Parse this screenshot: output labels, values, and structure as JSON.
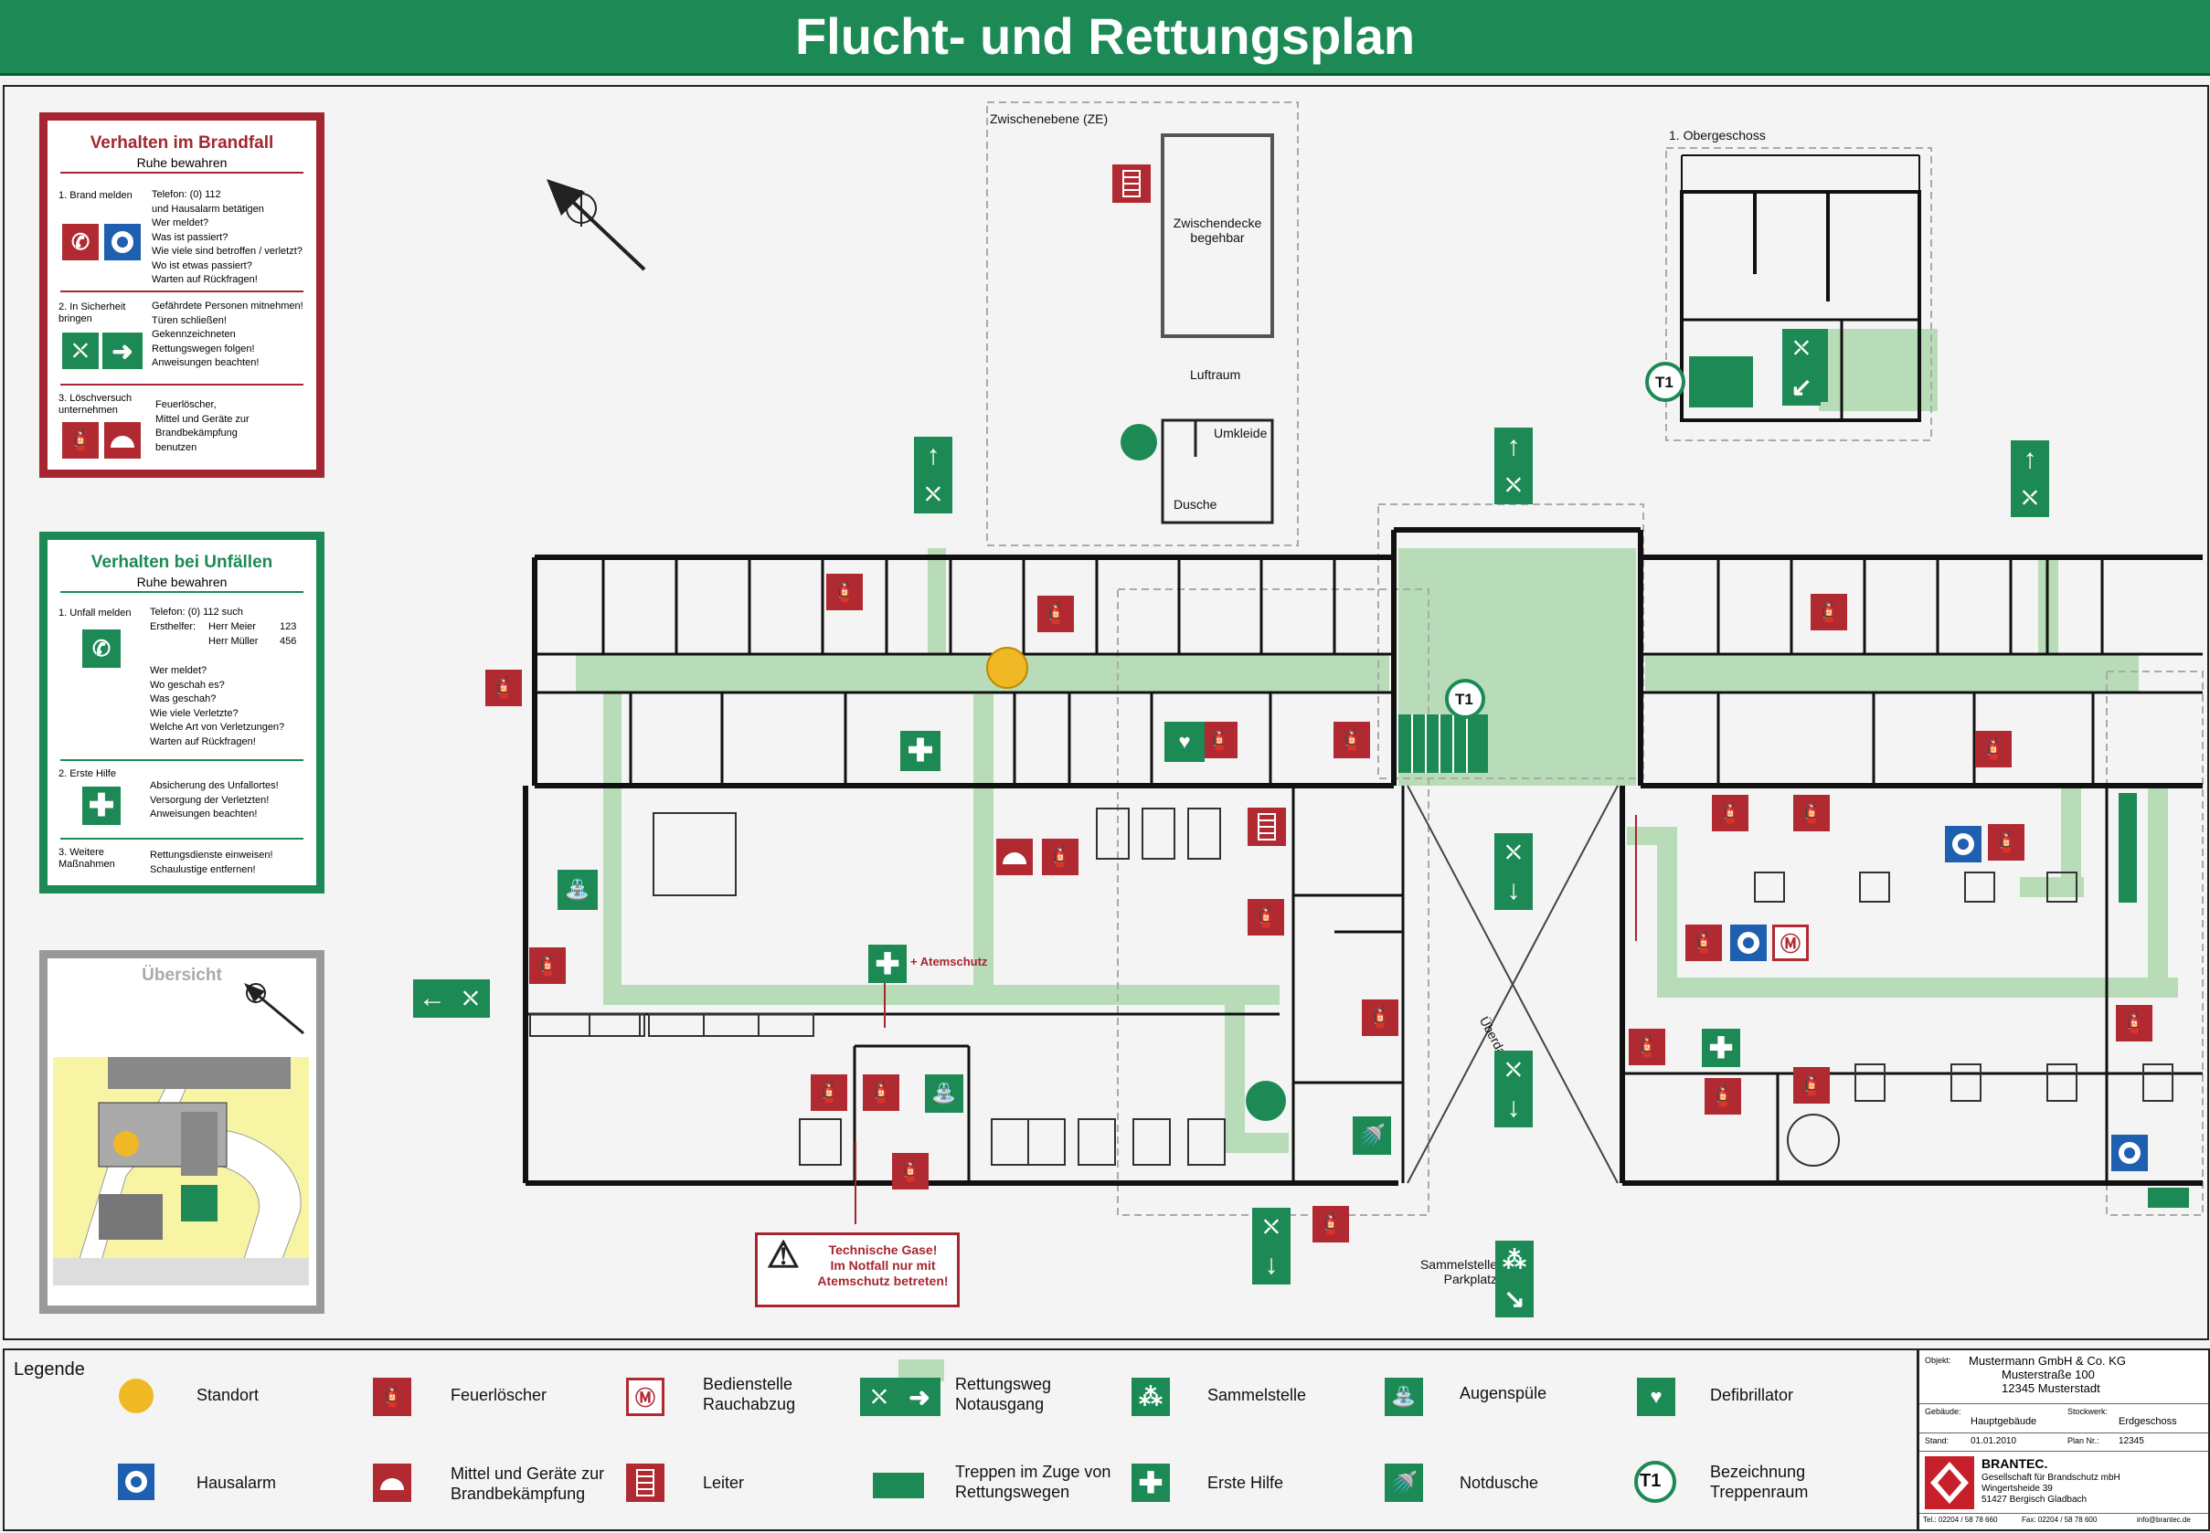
{
  "title": "Flucht- und Rettungsplan",
  "brandfall": {
    "title": "Verhalten im Brandfall",
    "subtitle": "Ruhe bewahren",
    "steps": [
      {
        "label": "1. Brand melden",
        "text": [
          "Telefon: (0) 112",
          "und Hausalarm betätigen",
          "Wer meldet?",
          "Was ist passiert?",
          "Wie viele sind betroffen / verletzt?",
          "Wo ist etwas passiert?",
          "Warten auf Rückfragen!"
        ]
      },
      {
        "label": "2. In Sicherheit bringen",
        "text": [
          "Gefährdete Personen mitnehmen!",
          "Türen schließen!",
          "Gekennzeichneten",
          "Rettungswegen folgen!",
          "Anweisungen beachten!"
        ]
      },
      {
        "label": "3. Löschversuch unternehmen",
        "text": [
          "Feuerlöscher,",
          "Mittel und Geräte zur",
          "Brandbekämpfung",
          "benutzen"
        ]
      }
    ]
  },
  "unfall": {
    "title": "Verhalten bei Unfällen",
    "subtitle": "Ruhe bewahren",
    "step1_label": "1. Unfall melden",
    "step1_phone": "Telefon: (0) 112 such",
    "ersthelfer_label": "Ersthelfer:",
    "helpers": [
      {
        "name": "Herr Meier",
        "num": "123"
      },
      {
        "name": "Herr Müller",
        "num": "456"
      }
    ],
    "questions": [
      "Wer meldet?",
      "Wo geschah es?",
      "Was geschah?",
      "Wie viele Verletzte?",
      "Welche Art von Verletzungen?",
      "Warten auf Rückfragen!"
    ],
    "step2_label": "2. Erste Hilfe",
    "step2_text": [
      "Absicherung des Unfallortes!",
      "Versorgung der Verletzten!",
      "Anweisungen beachten!"
    ],
    "step3_label": "3. Weitere Maßnahmen",
    "step3_text": [
      "Rettungsdienste einweisen!",
      "Schaulustige entfernen!"
    ]
  },
  "uebersicht": {
    "title": "Übersicht"
  },
  "plan": {
    "zwischenebene": "Zwischenebene (ZE)",
    "zwischendecke": "Zwischendecke begehbar",
    "luftraum": "Luftraum",
    "umkleide": "Umkleide",
    "dusche": "Dusche",
    "obergeschoss": "1. Obergeschoss",
    "t1": "T1",
    "atemschutz": "+ Atemschutz",
    "ueberdachung": "Überdachung",
    "sammelstelle": "Sammelstelle Parkplatz",
    "warning": [
      "Technische Gase!",
      "Im Notfall nur mit",
      "Atemschutz betreten!"
    ]
  },
  "legend": {
    "title": "Legende",
    "items": [
      {
        "label": "Standort",
        "icon": "standort-icon"
      },
      {
        "label": "Hausalarm",
        "icon": "hausalarm-icon"
      },
      {
        "label": "Feuerlöscher",
        "icon": "fire-extinguisher-icon"
      },
      {
        "label": "Mittel und Geräte zur Brandbekämpfung",
        "icon": "fire-fighting-equipment-icon"
      },
      {
        "label": "Bedienstelle Rauchabzug",
        "icon": "smoke-vent-icon"
      },
      {
        "label": "Leiter",
        "icon": "ladder-icon"
      },
      {
        "label": "Rettungsweg Notausgang",
        "icon": "exit-icon"
      },
      {
        "label": "Treppen im Zuge von Rettungswegen",
        "icon": "stairs-icon"
      },
      {
        "label": "Sammelstelle",
        "icon": "assembly-point-icon"
      },
      {
        "label": "Erste Hilfe",
        "icon": "first-aid-icon"
      },
      {
        "label": "Augenspüle",
        "icon": "eyewash-icon"
      },
      {
        "label": "Notdusche",
        "icon": "emergency-shower-icon"
      },
      {
        "label": "Defibrillator",
        "icon": "defibrillator-icon"
      },
      {
        "label": "Bezeichnung Treppenraum",
        "icon": "stair-designation-icon"
      }
    ]
  },
  "titleblock": {
    "objekt_label": "Objekt:",
    "objekt": [
      "Mustermann GmbH & Co. KG",
      "Musterstraße 100",
      "12345 Musterstadt"
    ],
    "gebaeude_label": "Gebäude:",
    "gebaeude": "Hauptgebäude",
    "stockwerk_label": "Stockwerk:",
    "stockwerk": "Erdgeschoss",
    "stand_label": "Stand:",
    "stand": "01.01.2010",
    "plan_label": "Plan Nr.:",
    "plan_nr": "12345",
    "company": "BRANTEC.",
    "company_lines": [
      "Gesellschaft für Brandschutz mbH",
      "Wingertsheide 39",
      "51427 Bergisch Gladbach"
    ],
    "tel": "Tel.: 02204 / 58 78 660",
    "fax": "Fax: 02204 / 58 78 600",
    "mail": "info@brantec.de"
  },
  "colors": {
    "green": "#1d8a55",
    "red": "#b12a32",
    "blue": "#1f5fb0",
    "route": "#b7dcb7",
    "standort": "#f0b824"
  }
}
